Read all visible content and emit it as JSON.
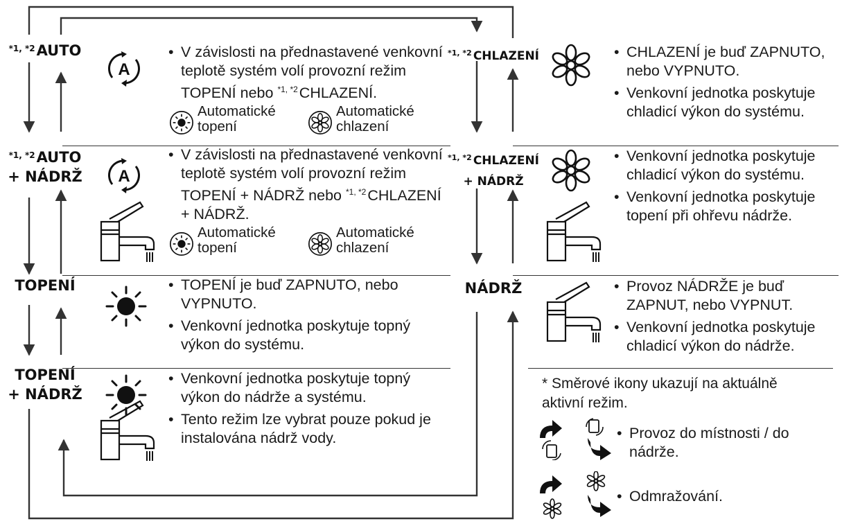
{
  "left_modes": {
    "auto": {
      "sup": "*1, *2",
      "label": "AUTO"
    },
    "auto_tank": {
      "sup": "*1, *2",
      "line1": "AUTO",
      "line2": "+ NÁDRŽ"
    },
    "heat": {
      "label": "TOPENÍ"
    },
    "heat_tank": {
      "line1": "TOPENÍ",
      "line2": "+ NÁDRŽ"
    }
  },
  "right_modes": {
    "cool": {
      "sup": "*1, *2",
      "label": "CHLAZENÍ"
    },
    "cool_tank": {
      "sup": "*1, *2",
      "line1": "CHLAZENÍ",
      "line2": "+ NÁDRŽ"
    },
    "tank": {
      "label": "NÁDRŽ"
    }
  },
  "rows": {
    "auto": {
      "b1_part1": "V závislosti na přednastavené venkovní teplotě systém volí provozní režim TOPENÍ nebo ",
      "b1_sup": "*1, *2",
      "b1_part2": "CHLAZENÍ.",
      "heat_label": [
        "Automatické",
        "topení"
      ],
      "cool_label": [
        "Automatické",
        "chlazení"
      ]
    },
    "auto_tank": {
      "b1_part1": "V závislosti na přednastavené venkovní teplotě systém volí provozní režim TOPENÍ + NÁDRŽ nebo",
      "b1_sup": "*1, *2",
      "b1_part2": "CHLAZENÍ + NÁDRŽ.",
      "heat_label": [
        "Automatické",
        "topení"
      ],
      "cool_label": [
        "Automatické",
        "chlazení"
      ]
    },
    "heat": {
      "b1": "TOPENÍ je buď ZAPNUTO, nebo VYPNUTO.",
      "b2": "Venkovní jednotka poskytuje topný výkon do systému."
    },
    "heat_tank": {
      "b1": "Venkovní jednotka poskytuje topný výkon do nádrže a systému.",
      "b2": "Tento režim lze vybrat pouze pokud je instalována nádrž vody."
    },
    "cool": {
      "b1": "CHLAZENÍ je buď ZAPNUTO, nebo VYPNUTO.",
      "b2": "Venkovní jednotka poskytuje chladicí výkon do systému."
    },
    "cool_tank": {
      "b1": "Venkovní jednotka poskytuje chladicí výkon do systému.",
      "b2": "Venkovní jednotka poskytuje topení při ohřevu nádrže."
    },
    "tank": {
      "b1": "Provoz NÁDRŽE je buď ZAPNUT, nebo VYPNUT.",
      "b2": "Venkovní jednotka poskytuje chladicí výkon do nádrže."
    }
  },
  "notes": {
    "heading": "* Směrové ikony ukazují na aktuálně aktivní režim.",
    "room_tank": "Provoz do místnosti / do nádrže.",
    "defrost": "Odmražování."
  },
  "icons": {
    "auto": "auto-mode-icon",
    "faucet": "tank-faucet-icon",
    "sun": "sun-heat-icon",
    "snowflake": "cooling-snowflake-icon",
    "auto_heat": "auto-heat-icon",
    "auto_cool": "auto-cool-icon",
    "direction": "direction-arrow-icon",
    "defrost": "defrost-icon"
  }
}
